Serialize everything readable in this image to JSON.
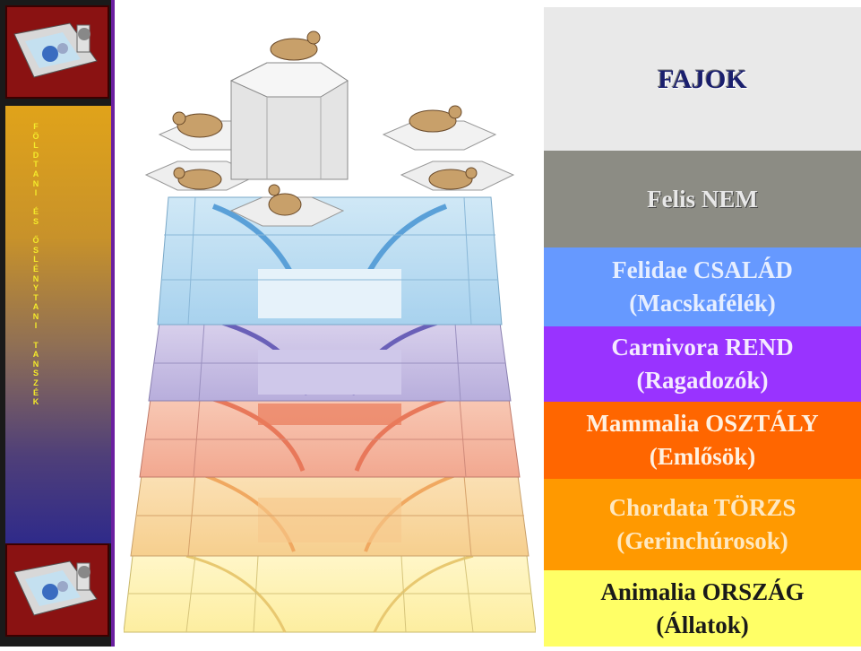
{
  "sidebar": {
    "vertical_text": [
      "F",
      "Ö",
      "L",
      "D",
      "T",
      "A",
      "N",
      "I",
      "",
      "É",
      "S",
      "",
      "Ő",
      "S",
      "L",
      "É",
      "N",
      "Y",
      "T",
      "A",
      "N",
      "I",
      "",
      "T",
      "A",
      "N",
      "S",
      "Z",
      "É",
      "K"
    ]
  },
  "taxonomy": {
    "fajok": "FAJOK",
    "nem": "Felis NEM",
    "csalad": "Felidae CSALÁD\n(Macskafélék)",
    "rend": "Carnivora REND\n(Ragadozók)",
    "osztaly": "Mammalia OSZTÁLY\n(Emlősök)",
    "torzs": "Chordata TÖRZS\n(Gerinchúrosok)",
    "orszag": "Animalia ORSZÁG\n(Állatok)"
  },
  "colors": {
    "fajok": "#e9e9e9",
    "nem": "#8c8c84",
    "csalad": "#6699ff",
    "rend": "#9933ff",
    "osztaly": "#ff6600",
    "torzs": "#ff9900",
    "orszag": "#ffff66"
  }
}
